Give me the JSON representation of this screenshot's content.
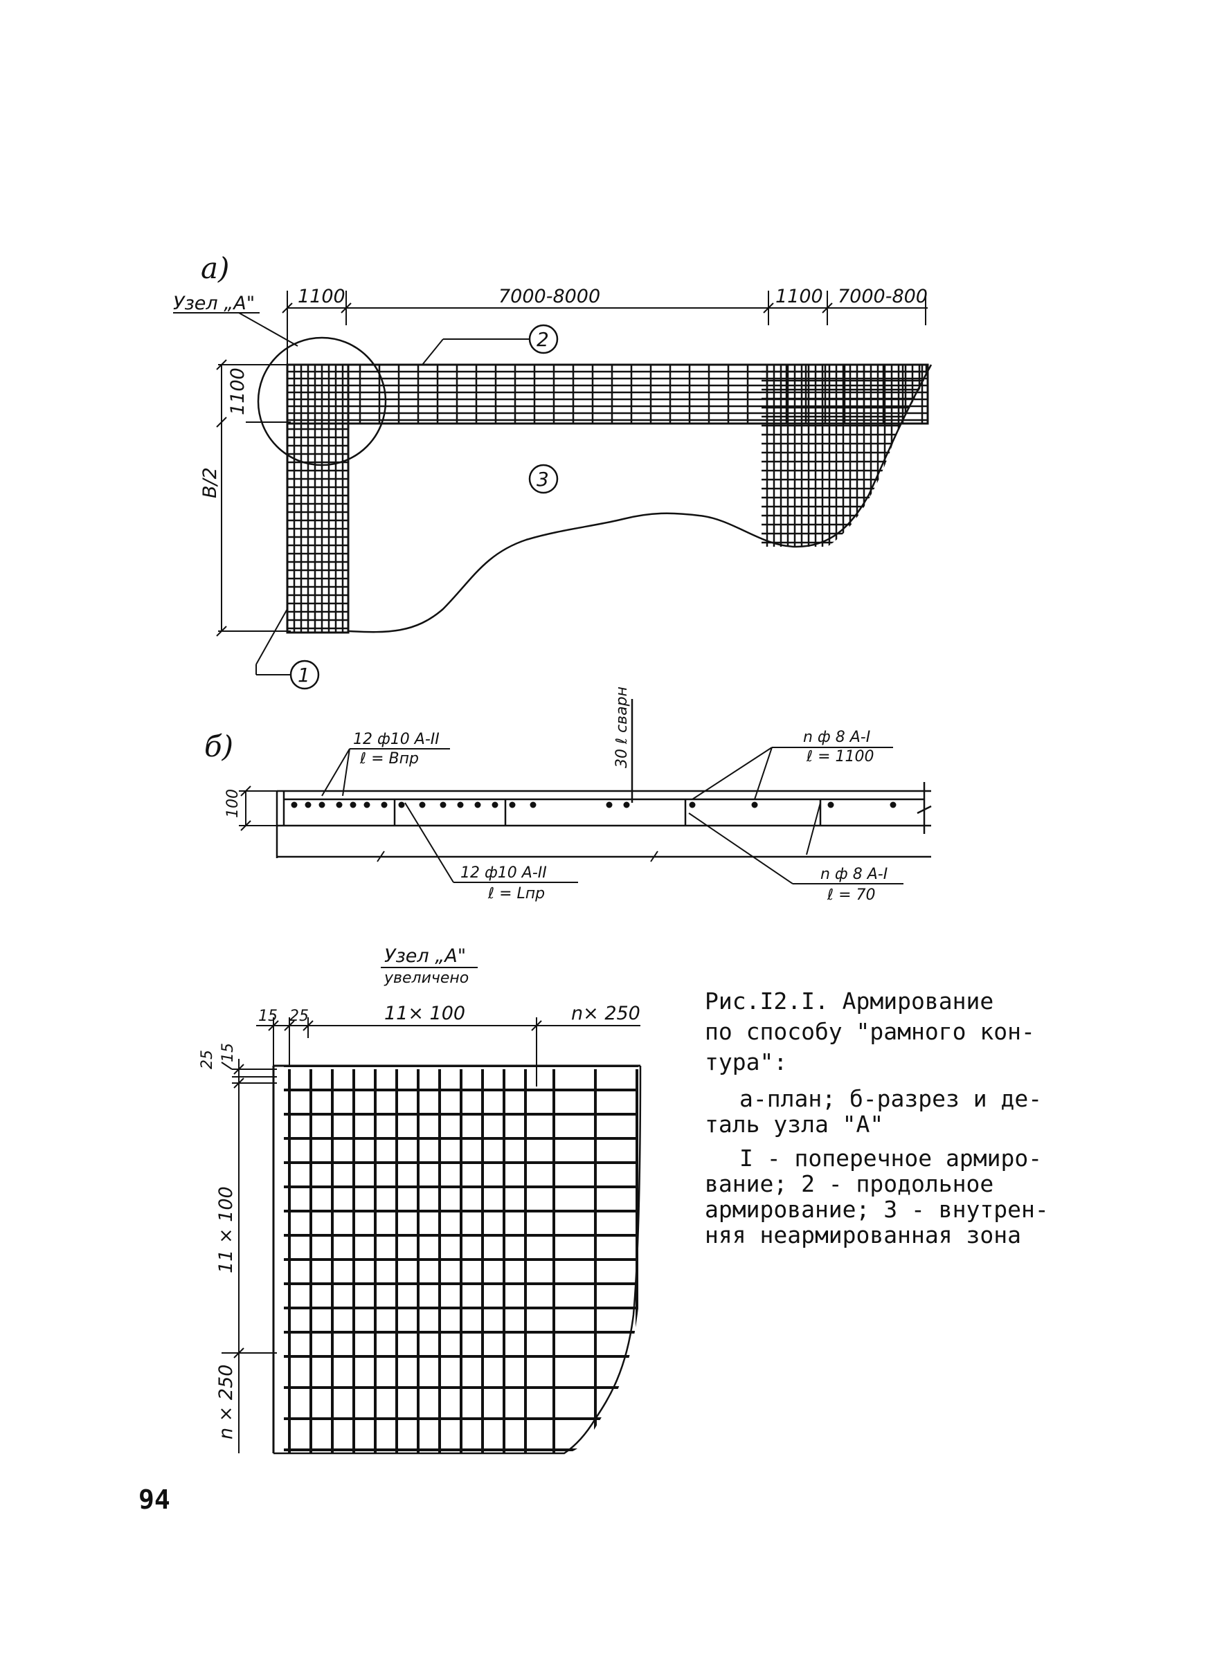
{
  "plan": {
    "part_label": "a)",
    "node_label": "Узел „А\"",
    "dims_top": [
      "1100",
      "7000-8000",
      "1100",
      "7000-800"
    ],
    "dim_left_small": "1100",
    "dim_left_large": "B/2",
    "callouts": [
      "1",
      "2",
      "3"
    ]
  },
  "section": {
    "part_label": "б)",
    "dim_height": "100",
    "top_left_note": [
      "12 ф10 А-II",
      "ℓ = Впр"
    ],
    "top_center_note": "30 ℓ сварн",
    "top_right_note": [
      "n ф 8 А-I",
      "ℓ = 1100"
    ],
    "bottom_left_note": [
      "12 ф10 А-II",
      "ℓ = Lпр"
    ],
    "bottom_right_note": [
      "n ф 8 А-I",
      "ℓ = 70"
    ]
  },
  "detail": {
    "title": "Узел „А\"",
    "subtitle": "увеличено",
    "dims_top": [
      "15",
      "25",
      "11× 100",
      "n× 250"
    ],
    "dims_left": [
      "25",
      "15",
      "11 × 100",
      "n × 250"
    ]
  },
  "caption": {
    "line1": "Рис.I2.I. Армирование",
    "line2": "по способу \"рамного кон-",
    "line3": "тура\":",
    "para2": "а-план; б-разрез и де-таль узла \"А\"",
    "para3": "I - поперечное армиро-вание; 2 - продольное армирование; 3 - внутрен-няя неармированная зона"
  },
  "page_number": "94"
}
